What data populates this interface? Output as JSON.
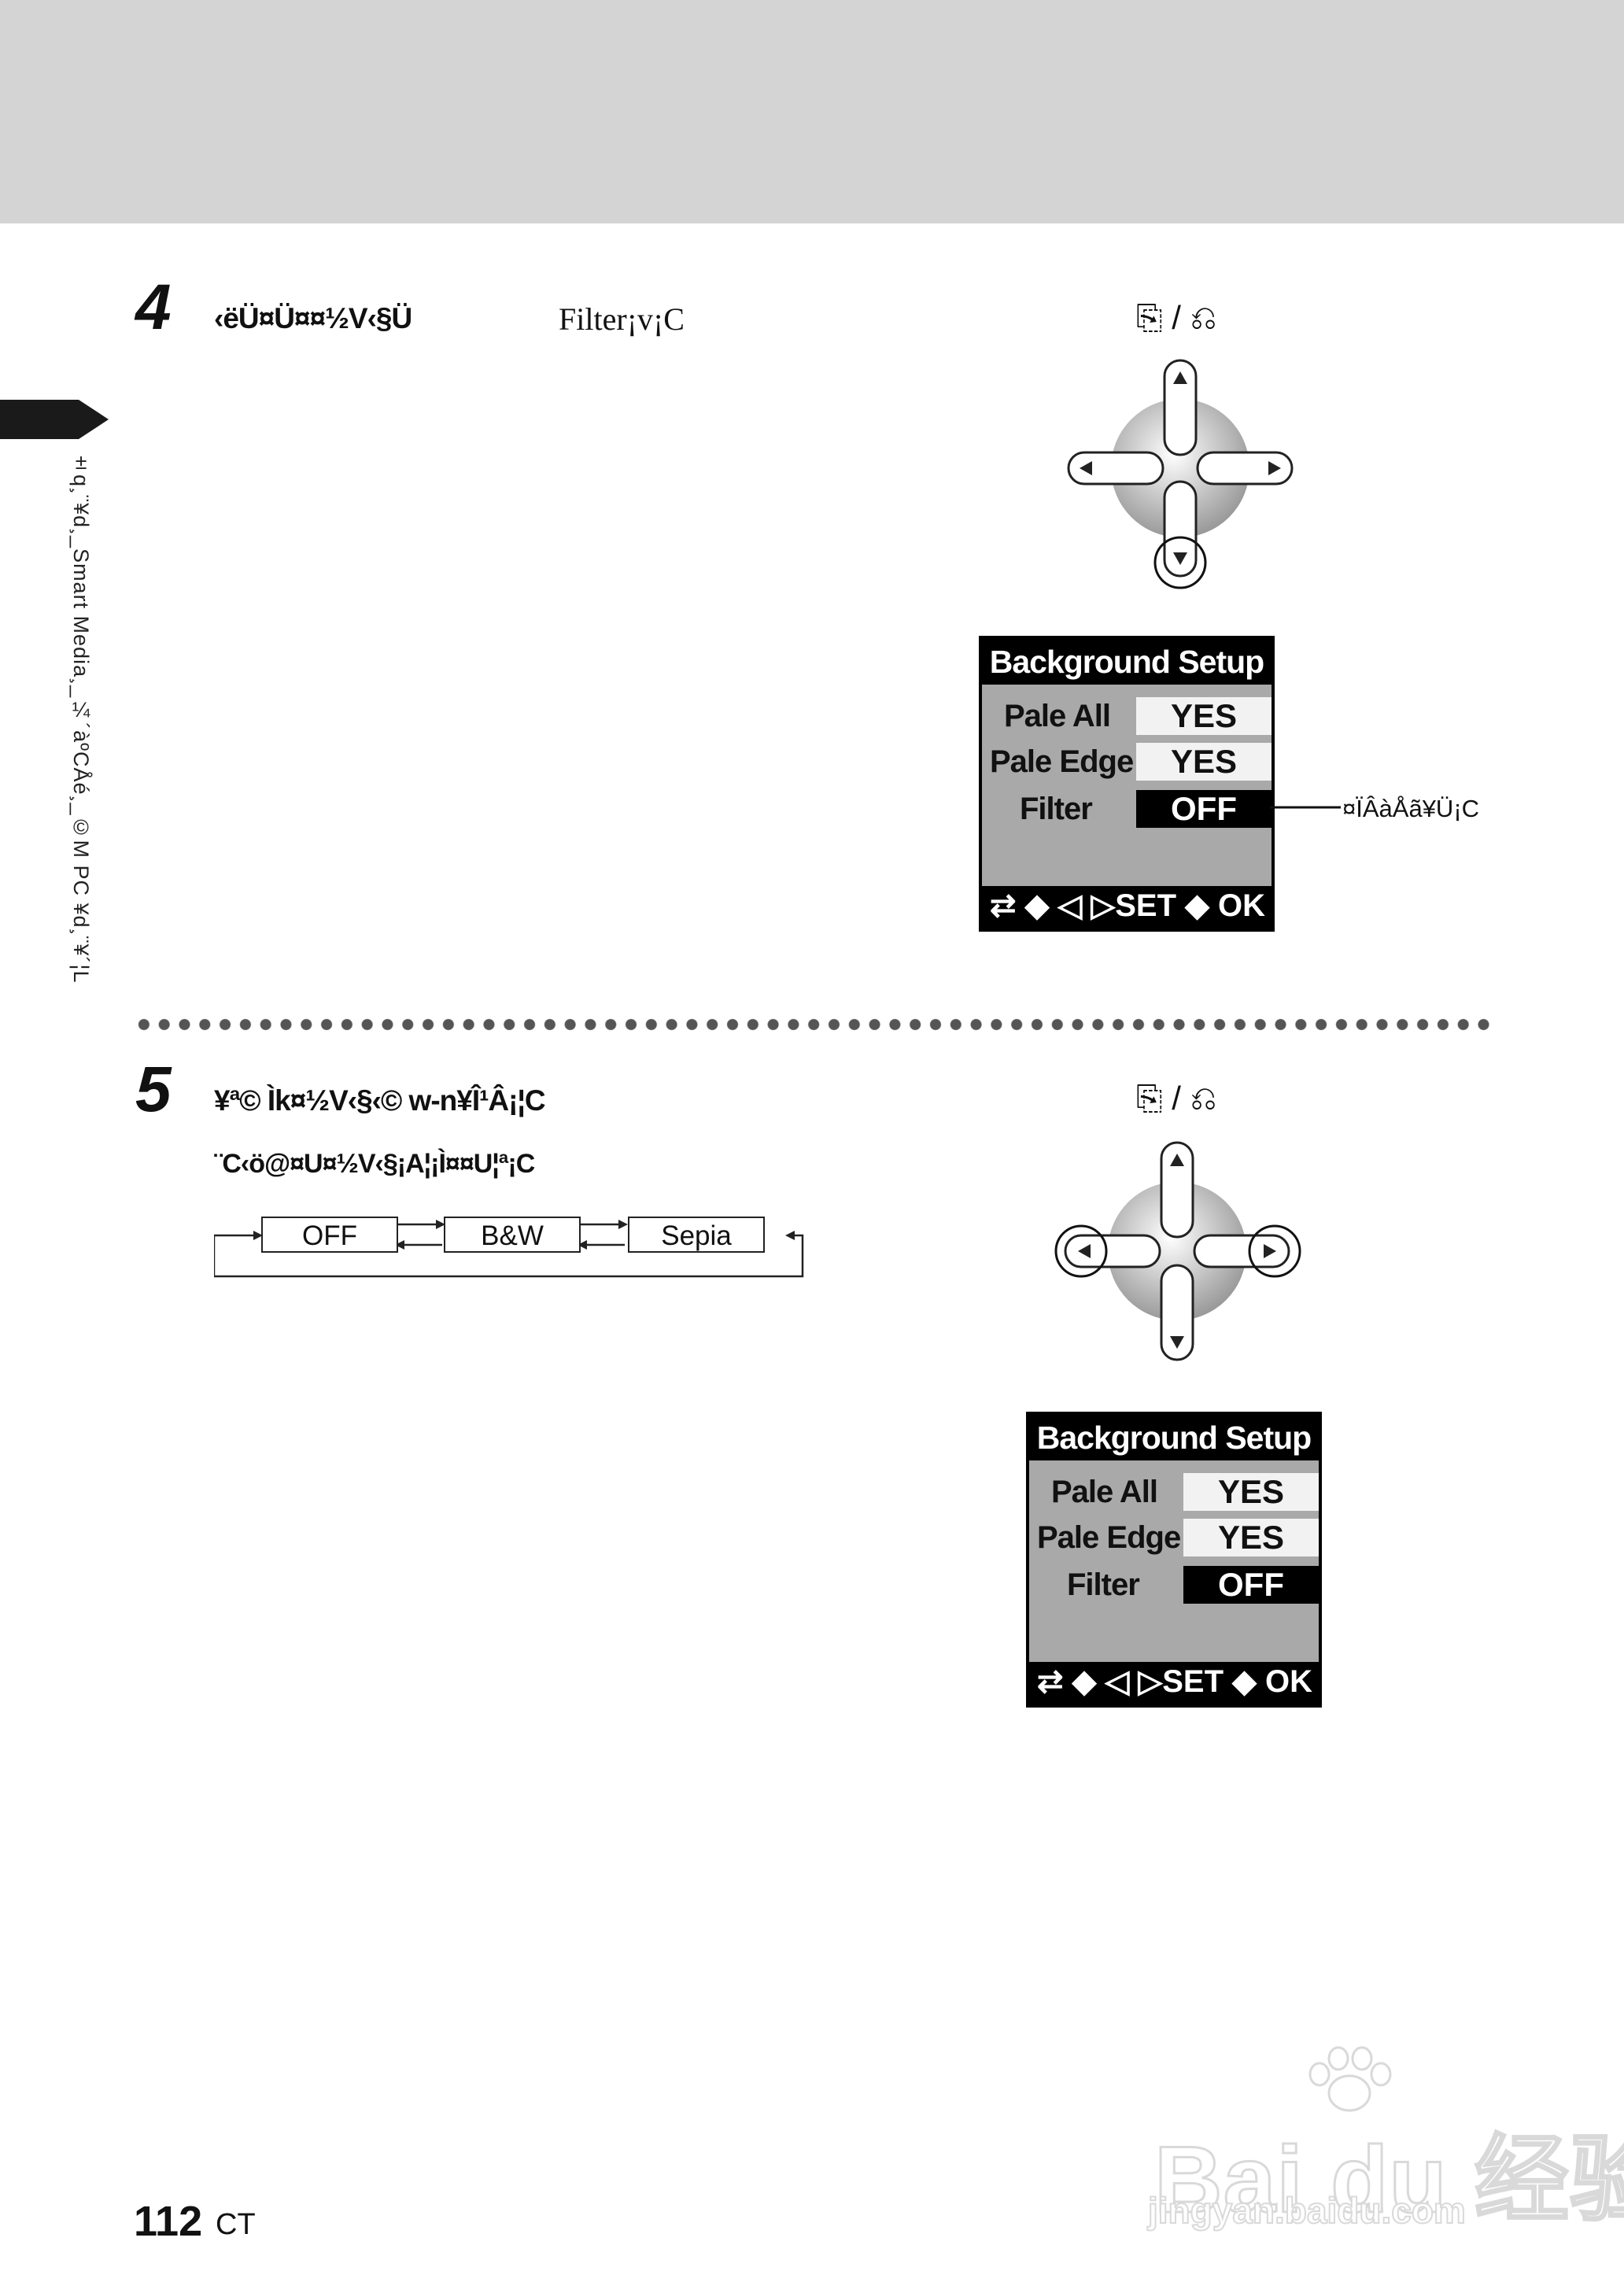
{
  "sidebar": {
    "vertical_text": "±q¸¨¥d¸_Smart Media¸_¼´àºCÅé¸_©M PC ¥d¸¨¥´¦L"
  },
  "step4": {
    "number": "4",
    "instruction": "‹ëÜ¤Ü¤¤½V‹§Ü",
    "filter_text": "Filter¡v¡C",
    "button_symbol": "⎘ / ⎌",
    "callout": "¤ÏÂàÅã¥Ü¡C"
  },
  "step5": {
    "number": "5",
    "instruction": "¥ª© Ìk¤½V‹§‹© w-n¥Î¹Â¡¦C",
    "subtext": "¨C‹ö@¤U¤½V‹§¡A¦¡Ì¤¤U¦ª¡C",
    "button_symbol": "⎘ / ⎌",
    "flow": [
      "OFF",
      "B&W",
      "Sepia"
    ]
  },
  "screen_common": {
    "title": "Background Setup",
    "rows": [
      {
        "label": "Pale All",
        "value": "YES",
        "highlight": false
      },
      {
        "label": "Pale Edge",
        "value": "YES",
        "highlight": false
      },
      {
        "label": "Filter",
        "value": "OFF",
        "highlight": true
      }
    ],
    "footer_left": "⇄ ◆ ◁ ▷",
    "footer_right": "SET ◆ OK"
  },
  "footer": {
    "page_number": "112",
    "suffix": "CT"
  },
  "watermark": {
    "main": "Bai du 经验",
    "sub": "jingyan.baidu.com"
  },
  "colors": {
    "header_band": "#d4d4d4",
    "lcd_body": "#a9a9a9",
    "lcd_frame": "#000000"
  }
}
